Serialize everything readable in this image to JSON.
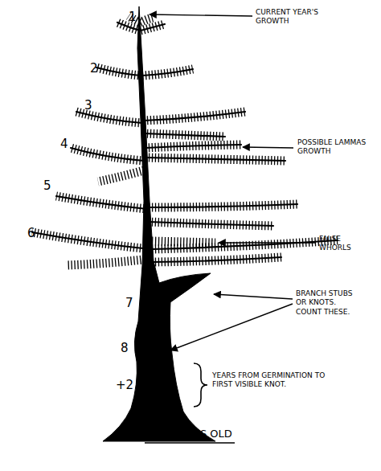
{
  "diagram": {
    "caption": "≈10 YEARS OLD",
    "labels": [
      "1",
      "CURRENT YEAR'S GROWTH",
      "2",
      "3",
      "POSSIBLE LAMMAS GROWTH",
      "4",
      "5",
      "6",
      "FALSE WHORLS",
      "7",
      "BRANCH STUBS OR KNOTS. COUNT THESE.",
      "8",
      "+2",
      "YEARS FROM GERMINATION TO FIRST VISIBLE KNOT."
    ]
  }
}
